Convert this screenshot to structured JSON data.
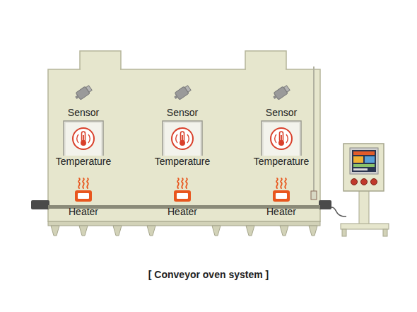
{
  "diagram": {
    "caption": "[ Conveyor oven system ]",
    "nodes": [
      {
        "text": [
          "Temperature"
        ]
      },
      {
        "text": [
          "Temperature"
        ]
      },
      {
        "text": [
          "Temperature"
        ]
      }
    ],
    "labels": [
      "Sensor",
      "Sensor",
      "Sensor",
      "Heater",
      "Heater",
      "Heater"
    ]
  }
}
